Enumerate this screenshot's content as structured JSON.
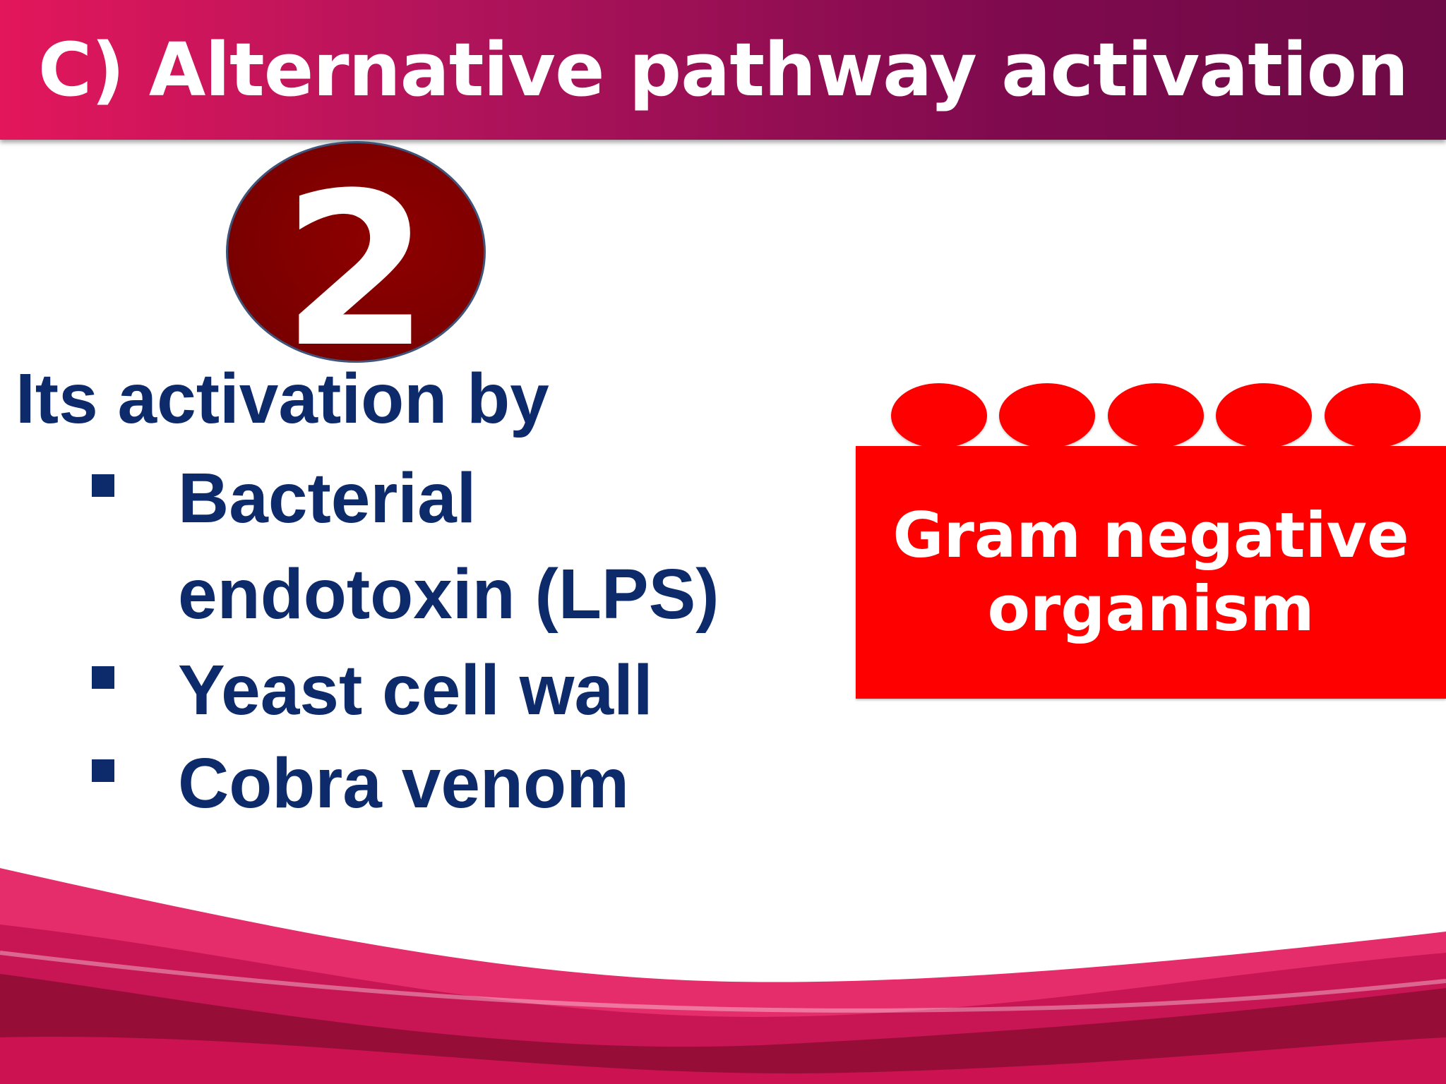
{
  "slide": {
    "title": "C) Alternative pathway activation",
    "badge_number": "2",
    "lead": "Its activation by",
    "bullets": [
      {
        "line1": "Bacterial",
        "line2": "endotoxin (LPS)"
      },
      {
        "line1": "Yeast cell wall"
      },
      {
        "line1": "Cobra venom"
      }
    ],
    "organism": {
      "line1": "Gram negative",
      "line2": "organism"
    }
  },
  "colors": {
    "title_gradient_start": "#e3165b",
    "title_gradient_end": "#6e0a45",
    "badge": "#7a0000",
    "text": "#0d2a6b",
    "organism": "#ff0000",
    "wave_primary": "#e3165b",
    "wave_dark": "#8a0b32"
  }
}
